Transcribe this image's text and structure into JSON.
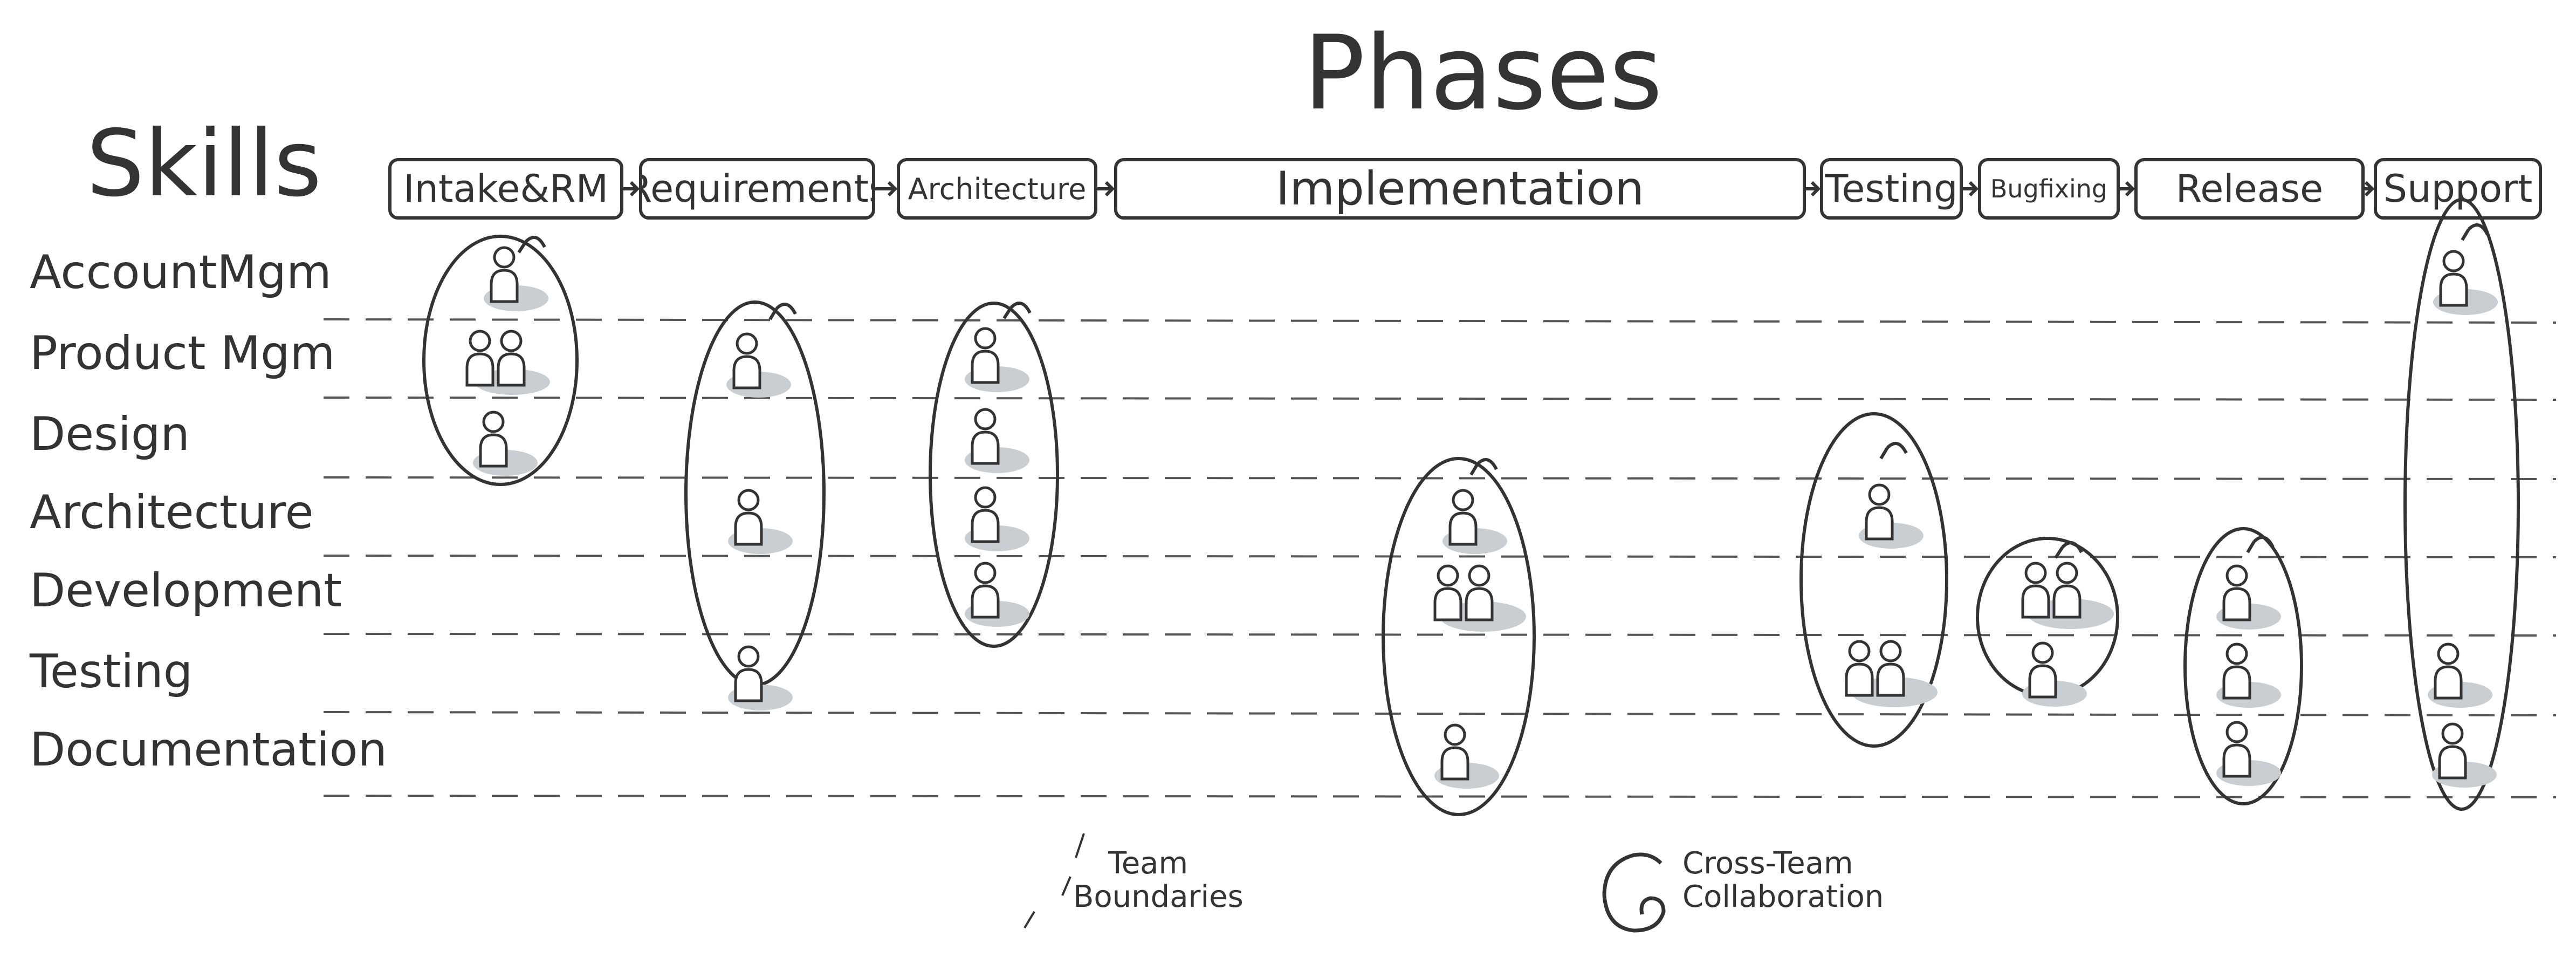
{
  "title": "Phases",
  "skills_title": "Skills",
  "phases": [
    {
      "label": "Intake&RM"
    },
    {
      "label": "Requirements"
    },
    {
      "label": "Architecture"
    },
    {
      "label": "Implementation"
    },
    {
      "label": "Testing"
    },
    {
      "label": "Bugfixing"
    },
    {
      "label": "Release"
    },
    {
      "label": "Support"
    }
  ],
  "skills": [
    {
      "label": "AccountMgm"
    },
    {
      "label": "Product Mgm"
    },
    {
      "label": "Design"
    },
    {
      "label": "Architecture"
    },
    {
      "label": "Development"
    },
    {
      "label": "Testing"
    },
    {
      "label": "Documentation"
    }
  ],
  "legend": {
    "team_boundaries": [
      "Team",
      "Boundaries"
    ],
    "cross_team": [
      "Cross-Team",
      "Collaboration"
    ]
  },
  "colors": {
    "ink": "#333333",
    "shadow": "#c9ced3",
    "person_fill": "#ffffff"
  }
}
